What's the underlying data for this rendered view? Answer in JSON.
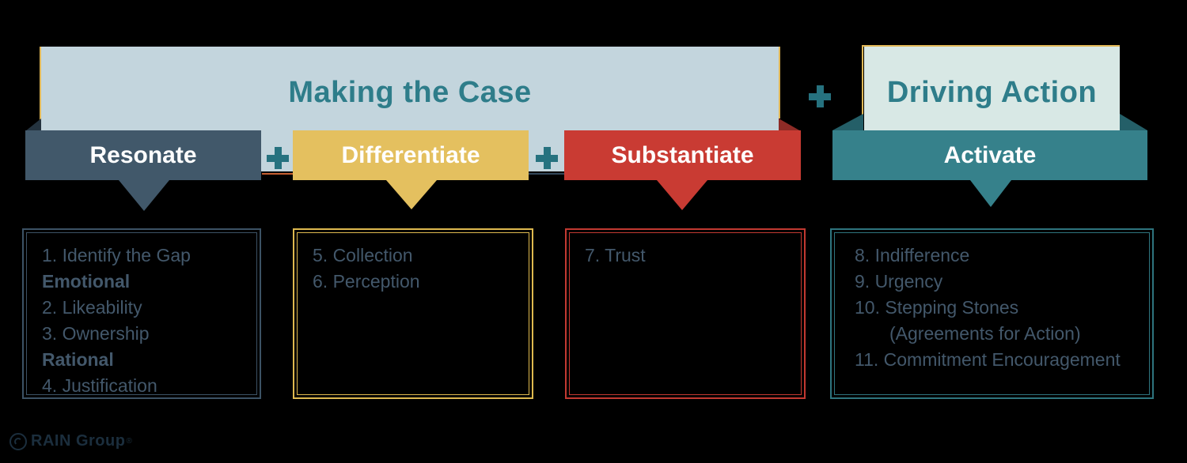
{
  "header": {
    "making_the_case_title": "Making the Case",
    "driving_action_title": "Driving Action",
    "plus_symbol": "+"
  },
  "tabs": [
    {
      "label": "Resonate",
      "color": "#41586a"
    },
    {
      "label": "Differentiate",
      "color": "#e4c05f"
    },
    {
      "label": "Substantiate",
      "color": "#c93b33"
    },
    {
      "label": "Activate",
      "color": "#36818b"
    }
  ],
  "boxes": [
    {
      "section": "Resonate",
      "items": [
        {
          "text": "1. Identify the Gap"
        },
        {
          "text": "Emotional",
          "bold": true
        },
        {
          "text": "2. Likeability"
        },
        {
          "text": "3. Ownership"
        },
        {
          "text": "Rational",
          "bold": true
        },
        {
          "text": "4. Justification"
        }
      ]
    },
    {
      "section": "Differentiate",
      "items": [
        {
          "text": "5. Collection"
        },
        {
          "text": "6. Perception"
        }
      ]
    },
    {
      "section": "Substantiate",
      "items": [
        {
          "text": "7. Trust"
        }
      ]
    },
    {
      "section": "Activate",
      "items": [
        {
          "text": "8. Indifference"
        },
        {
          "text": "9. Urgency"
        },
        {
          "text": "10. Stepping Stones"
        },
        {
          "text": "(Agreements for Action)",
          "indent": true
        },
        {
          "text": "11. Commitment Encouragement"
        }
      ]
    }
  ],
  "footer": {
    "logo_text": "RAIN Group",
    "registered_mark": "®"
  },
  "colors": {
    "banner_blue": "#c3d5dd",
    "panel_pale_teal": "#d8e8e5",
    "title_teal": "#2e7d8a",
    "resonate": "#41586a",
    "differentiate": "#e4c05f",
    "substantiate": "#c93b33",
    "activate": "#36818b",
    "list_text": "#43586b",
    "background": "#000000"
  }
}
